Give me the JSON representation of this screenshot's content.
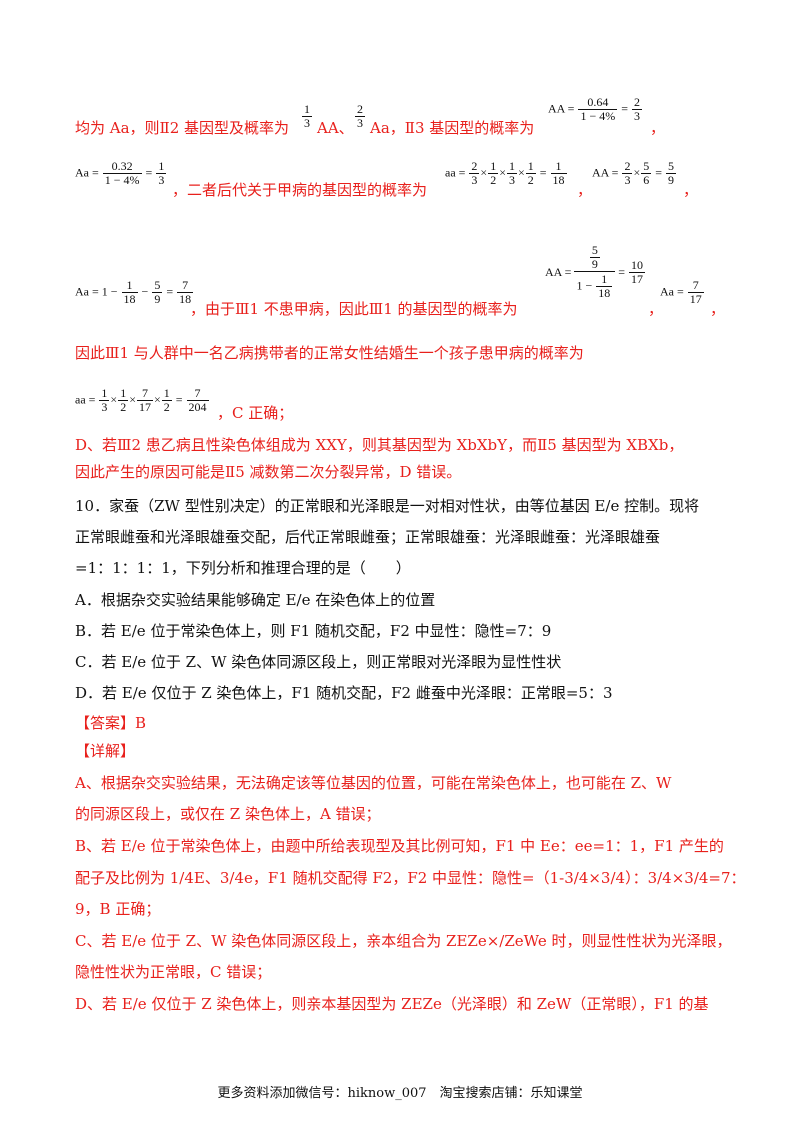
{
  "line1": {
    "t1": "均为 Aa，则Ⅱ2 基因型及概率为",
    "f1n": "1",
    "f1d": "3",
    "t2": "AA、",
    "f2n": "2",
    "f2d": "3",
    "t3": "Aa，Ⅱ3 基因型的概率为",
    "aa_lhs": "AA =",
    "aa_n": "0.64",
    "aa_d": "1 − 4%",
    "aa_eq": "=",
    "aa_rn": "2",
    "aa_rd": "3",
    "end": "，"
  },
  "line2": {
    "lhs": "Aa =",
    "n": "0.32",
    "d": "1 − 4%",
    "eq": "=",
    "rn": "1",
    "rd": "3",
    "t1": "，二者后代关于甲病的基因型的概率为",
    "aa_lhs": "aa =",
    "a1n": "2",
    "a1d": "3",
    "x1": "×",
    "a2n": "1",
    "a2d": "2",
    "x2": "×",
    "a3n": "1",
    "a3d": "3",
    "x3": "×",
    "a4n": "1",
    "a4d": "2",
    "eq2": "=",
    "a5n": "1",
    "a5d": "18",
    "sep": "，",
    "AA_lhs": "AA =",
    "b1n": "2",
    "b1d": "3",
    "bx": "×",
    "b2n": "5",
    "b2d": "6",
    "beq": "=",
    "b3n": "5",
    "b3d": "9",
    "end": "，"
  },
  "line3": {
    "lhs": "Aa = 1 −",
    "c1n": "1",
    "c1d": "18",
    "minus": "−",
    "c2n": "5",
    "c2d": "9",
    "eq": "=",
    "c3n": "7",
    "c3d": "18",
    "t1": "，由于Ⅲ1 不患甲病，因此Ⅲ1 的基因型的概率为",
    "big_lhs": "AA =",
    "big_top_n": "5",
    "big_top_d": "9",
    "big_bot_pre": "1 −",
    "big_bot_n": "1",
    "big_bot_d": "18",
    "big_eq": "=",
    "big_rn": "10",
    "big_rd": "17",
    "sep": "，",
    "aa_lhs": "Aa =",
    "aa_n": "7",
    "aa_d": "17",
    "end": "，"
  },
  "line4": "因此Ⅲ1 与人群中一名乙病携带者的正常女性结婚生一个孩子患甲病的概率为",
  "line5": {
    "lhs": "aa =",
    "d1n": "1",
    "d1d": "3",
    "x1": "×",
    "d2n": "1",
    "d2d": "2",
    "x2": "×",
    "d3n": "7",
    "d3d": "17",
    "x3": "×",
    "d4n": "1",
    "d4d": "2",
    "eq": "=",
    "d5n": "7",
    "d5d": "204",
    "t1": "，C 正确；"
  },
  "para_d1": "D、若Ⅲ2 患乙病且性染色体组成为 XXY，则其基因型为 XbXbY，而Ⅱ5 基因型为 XBXb，",
  "para_d2": "因此产生的原因可能是Ⅱ5 减数第二次分裂异常，D 错误。",
  "q10": [
    "10．家蚕（ZW 型性别决定）的正常眼和光泽眼是一对相对性状，由等位基因 E/e 控制。现将",
    "正常眼雌蚕和光泽眼雄蚕交配，后代正常眼雌蚕；正常眼雄蚕：光泽眼雌蚕：光泽眼雄蚕",
    "=1：1：1：1，下列分析和推理合理的是（　　）"
  ],
  "options": [
    "A．根据杂交实验结果能够确定 E/e 在染色体上的位置",
    "B．若 E/e 位于常染色体上，则 F1 随机交配，F2 中显性：隐性=7：9",
    "C．若 E/e 位于 Z、W 染色体同源区段上，则正常眼对光泽眼为显性性状",
    "D．若 E/e 仅位于 Z 染色体上，F1 随机交配，F2 雌蚕中光泽眼：正常眼=5：3"
  ],
  "answer": "【答案】B",
  "detail_title": "【详解】",
  "detail": [
    "A、根据杂交实验结果，无法确定该等位基因的位置，可能在常染色体上，也可能在 Z、W",
    "的同源区段上，或仅在 Z 染色体上，A 错误；",
    "B、若 E/e 位于常染色体上，由题中所给表现型及其比例可知，F1 中 Ee：ee=1：1，F1 产生的",
    "配子及比例为 1/4E、3/4e，F1 随机交配得 F2，F2 中显性：隐性=（1-3/4×3/4）：3/4×3/4=7：",
    "9，B 正确；",
    "C、若 E/e 位于 Z、W 染色体同源区段上，亲本组合为 ZEZe×/ZeWe 时，则显性性状为光泽眼，",
    "隐性性状为正常眼，C 错误；",
    "D、若 E/e 仅位于 Z 染色体上，则亲本基因型为 ZEZe（光泽眼）和 ZeW（正常眼），F1 的基"
  ],
  "footer": "更多资料添加微信号：hiknow_007　淘宝搜索店铺：乐知课堂"
}
